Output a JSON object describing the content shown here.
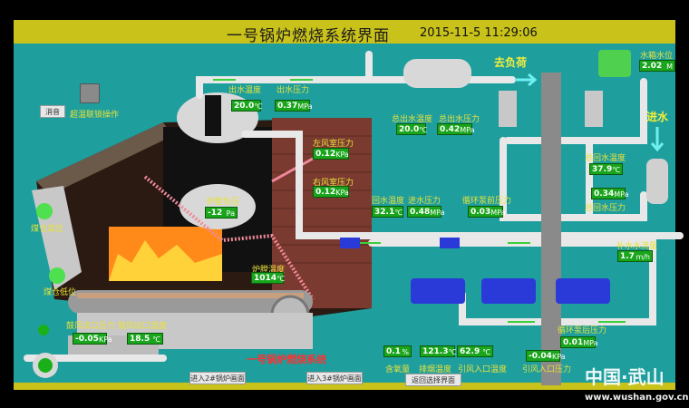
{
  "header": {
    "title": "一号锅炉燃烧系统界面",
    "datetime": "2015-11-5 11:29:06"
  },
  "controls": {
    "mute_label": "消音",
    "overtemp_interlock_label": "超温联锁操作"
  },
  "indicators": {
    "coal_high": "煤仓高位",
    "coal_low": "煤仓低位"
  },
  "readings": {
    "outlet_temp": {
      "label": "出水温度",
      "value": "20.0",
      "unit": "℃"
    },
    "outlet_pressure": {
      "label": "出水压力",
      "value": "0.37",
      "unit": "MPa"
    },
    "left_chamber_pressure": {
      "label": "左风室压力",
      "value": "0.12",
      "unit": "KPa"
    },
    "right_chamber_pressure": {
      "label": "右风室压力",
      "value": "0.12",
      "unit": "KPa"
    },
    "furnace_negative_pressure": {
      "label": "炉膛负压",
      "value": "-12",
      "unit": "Pa"
    },
    "furnace_temp": {
      "label": "炉膛温度",
      "value": "1014",
      "unit": "℃"
    },
    "blower_outlet_pressure": {
      "label": "鼓风出口压力",
      "value": "-0.05",
      "unit": "KPa"
    },
    "blower_outlet_temp": {
      "label": "鼓风出口温度",
      "value": "18.5",
      "unit": "℃"
    },
    "total_outlet_temp": {
      "label": "总出水温度",
      "value": "20.0",
      "unit": "℃"
    },
    "total_outlet_pressure": {
      "label": "总出水压力",
      "value": "0.42",
      "unit": "MPa"
    },
    "tank_level": {
      "label": "水箱水位",
      "value": "2.02",
      "unit": "M"
    },
    "total_return_temp": {
      "label": "总回水温度",
      "value": "37.9",
      "unit": "℃"
    },
    "total_return_pressure": {
      "label": "总回水压力",
      "value": "0.34",
      "unit": "MPa"
    },
    "return_temp": {
      "label": "回水温度",
      "value": "32.1",
      "unit": "℃"
    },
    "inlet_pressure": {
      "label": "进水压力",
      "value": "0.48",
      "unit": "MPa"
    },
    "pump_front_pressure": {
      "label": "循环泵前压力",
      "value": "0.03",
      "unit": "MPa"
    },
    "makeup_flow": {
      "label": "补水水流量",
      "value": "1.7",
      "unit": "m/h"
    },
    "pump_rear_pressure": {
      "label": "循环泵后压力",
      "value": "0.01",
      "unit": "MPa"
    },
    "oxygen": {
      "label": "含氧量",
      "value": "0.1",
      "unit": "%"
    },
    "exhaust_temp": {
      "label": "排烟温度",
      "value": "121.3",
      "unit": "℃"
    },
    "induced_inlet_temp": {
      "label": "引风入口温度",
      "value": "62.9",
      "unit": "℃"
    },
    "induced_inlet_pressure": {
      "label": "引风入口压力",
      "value": "-0.04",
      "unit": "KPa"
    }
  },
  "flow_labels": {
    "to_load": "去负荷",
    "water_in": "进水"
  },
  "system_caption": "一号锅炉燃烧系统",
  "nav": {
    "boiler2": "进入2#锅炉画面",
    "boiler3": "进入3#锅炉画面",
    "back": "返回选择界面"
  },
  "watermark": {
    "name": "中国·武山",
    "url": "www.wushan.gov.cn"
  },
  "colors": {
    "background": "#1fa0a0",
    "title_bar": "#c9c21a",
    "value_box": "#19a51c",
    "label": "#e8e23a"
  }
}
